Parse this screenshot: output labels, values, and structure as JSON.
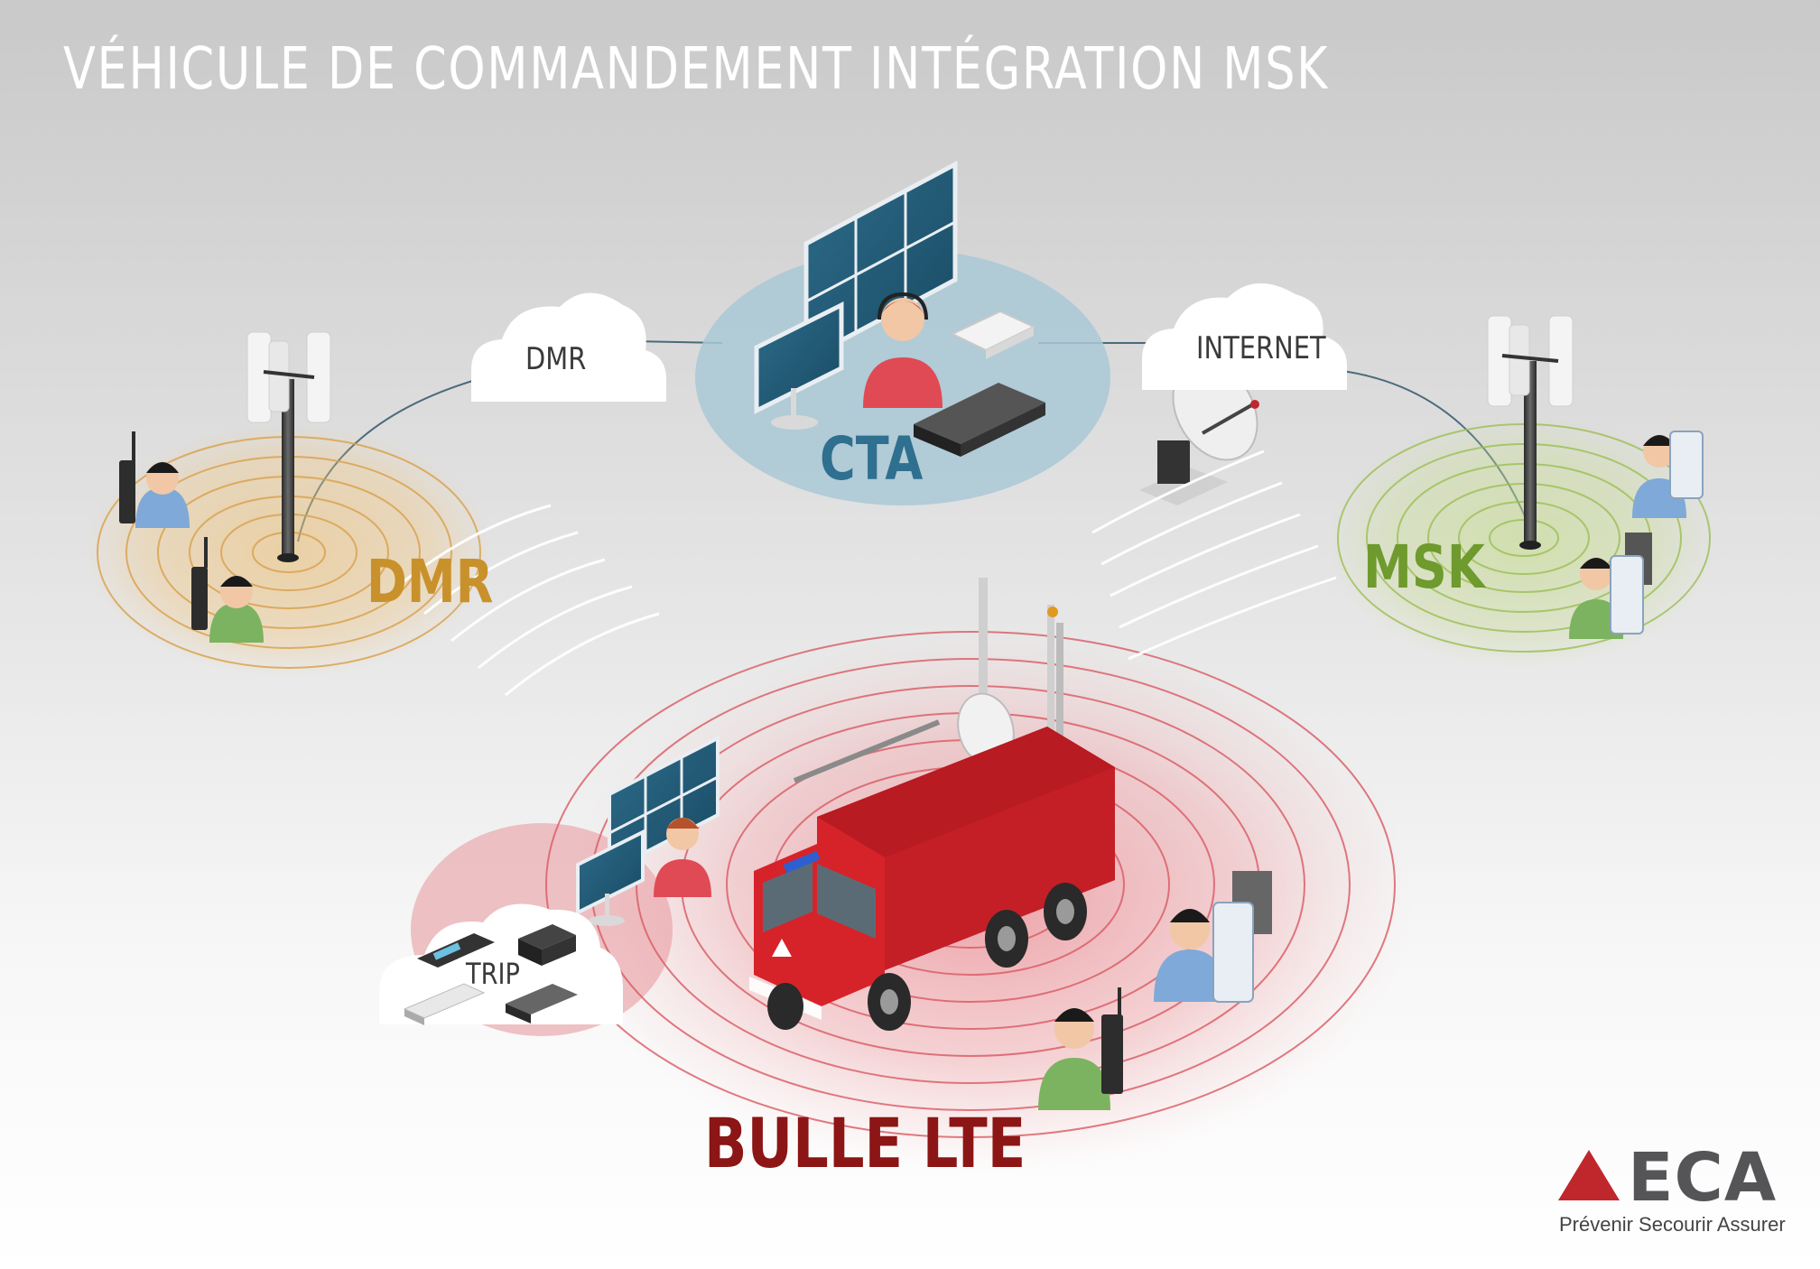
{
  "title": "VÉHICULE DE COMMANDEMENT INTÉGRATION MSK",
  "zones": {
    "dmr": "DMR",
    "cta": "CTA",
    "msk": "MSK",
    "lte": "BULLE LTE"
  },
  "clouds": {
    "dmr": "DMR",
    "internet": "INTERNET",
    "trip": "TRIP"
  },
  "logo": {
    "name": "ECA",
    "tagline": "Prévenir Secourir Assurer"
  },
  "colors": {
    "dmr": "#c9912b",
    "cta": "#2f6f8f",
    "msk": "#6e9a2e",
    "lte": "#8c1515",
    "truck": "#d6232a",
    "logo_triangle": "#c0272d"
  }
}
